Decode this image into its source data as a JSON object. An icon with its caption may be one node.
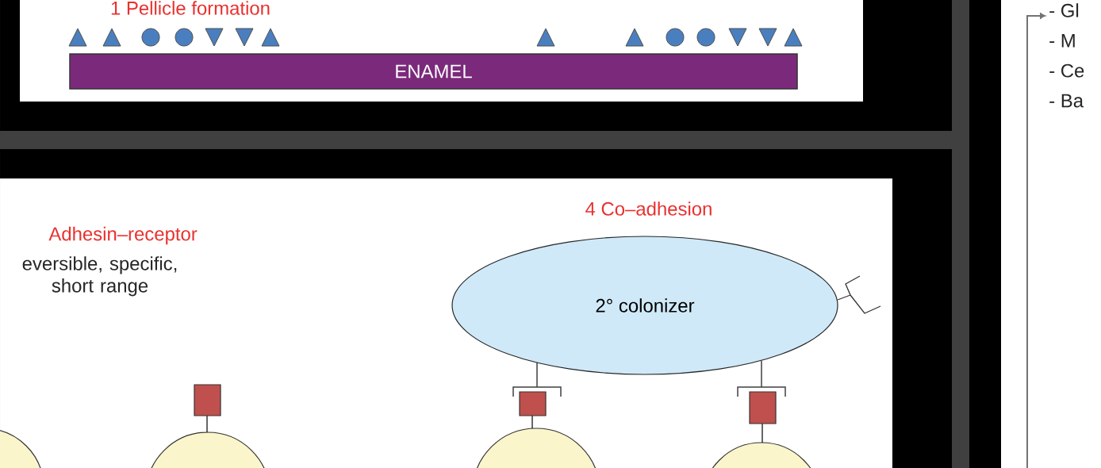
{
  "diagram": {
    "nodes": [
      {
        "text": [
          "ENAMEL"
        ]
      },
      {
        "text": [
          "2° colonizer"
        ]
      },
      {
        "text": [
          "- Gl",
          "- M",
          "- Ce",
          "- Ba"
        ]
      }
    ],
    "edges": [
      {
        "from": null,
        "to": 2,
        "arrow": "to"
      }
    ],
    "labels": [
      "1 Pellicle formation",
      "Adhesin–receptor",
      "eversible, specific, short range",
      "4 Co–adhesion"
    ]
  }
}
